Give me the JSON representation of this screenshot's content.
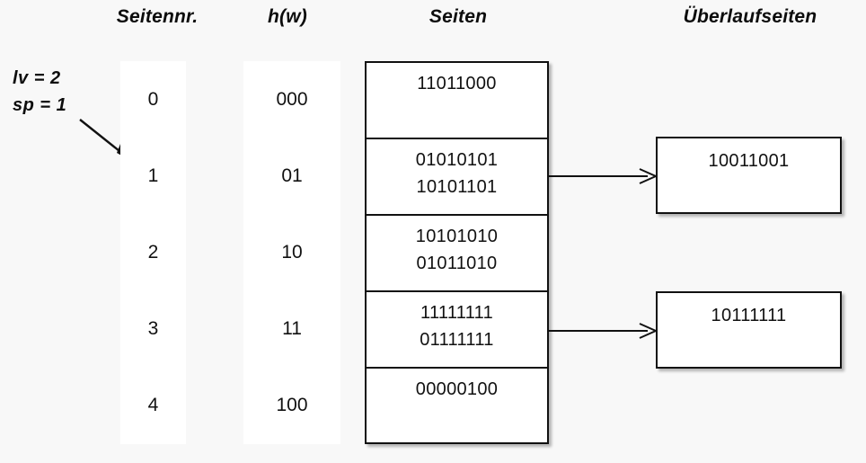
{
  "headers": {
    "page_number": "Seitennr.",
    "hash": "h(w)",
    "pages": "Seiten",
    "overflow_pages": "Überlaufseiten"
  },
  "params": {
    "lv": "lv = 2",
    "sp": "sp = 1"
  },
  "rows": [
    {
      "page_number": "0",
      "hash": "000",
      "entries": [
        "11011000"
      ]
    },
    {
      "page_number": "1",
      "hash": "01",
      "entries": [
        "01010101",
        "10101101"
      ]
    },
    {
      "page_number": "2",
      "hash": "10",
      "entries": [
        "10101010",
        "01011010"
      ]
    },
    {
      "page_number": "3",
      "hash": "11",
      "entries": [
        "11111111",
        "01111111"
      ]
    },
    {
      "page_number": "4",
      "hash": "100",
      "entries": [
        "00000100"
      ]
    }
  ],
  "overflow": [
    {
      "from_row": "1",
      "entries": [
        "10011001"
      ]
    },
    {
      "from_row": "3",
      "entries": [
        "10111111"
      ]
    }
  ],
  "colors": {
    "background": "#f8f8f8",
    "box_fill": "#ffffff",
    "stroke": "#111111",
    "text": "#111111"
  }
}
